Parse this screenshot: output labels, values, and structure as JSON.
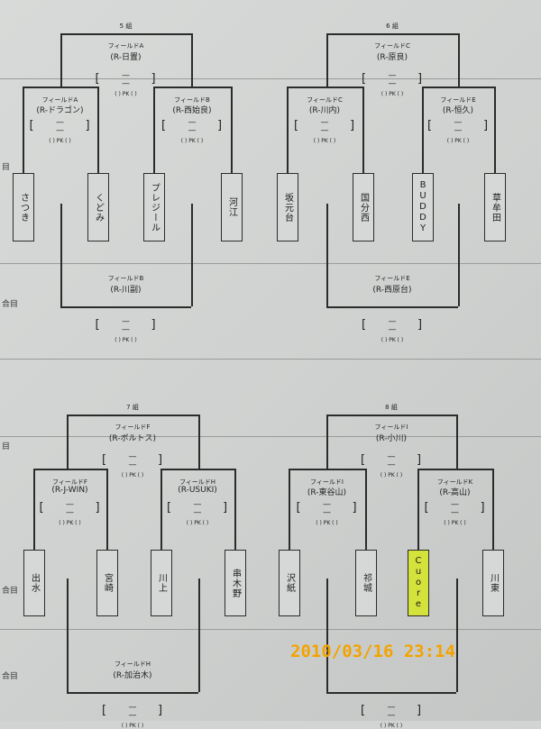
{
  "timestamp": "2010/03/16 23:14",
  "score_dash": "—",
  "pk_label": "( ) PK ( )",
  "bracket_open": "[",
  "bracket_close": "]",
  "left_edge_marks": [
    "目",
    "目",
    "合目",
    "合目",
    "合目"
  ],
  "groups": [
    {
      "name": "5 組",
      "top": {
        "field": "フィールドA",
        "venue": "(R-日置)"
      },
      "semis": [
        {
          "field": "フィールドA",
          "venue": "(R-ドラゴン)"
        },
        {
          "field": "フィールドB",
          "venue": "(R-西始良)"
        }
      ],
      "teams": [
        "さつき",
        "くどみ",
        "プレジール",
        "河江"
      ],
      "third": {
        "field": "フィールドB",
        "venue": "(R-川副)"
      }
    },
    {
      "name": "6 組",
      "top": {
        "field": "フィールドC",
        "venue": "(R-原良)"
      },
      "semis": [
        {
          "field": "フィールドC",
          "venue": "(R-川内)"
        },
        {
          "field": "フィールドE",
          "venue": "(R-恒久)"
        }
      ],
      "teams": [
        "坂元台",
        "国分西",
        "BUDDY",
        "草牟田"
      ],
      "third": {
        "field": "フィールドE",
        "venue": "(R-西原台)"
      }
    },
    {
      "name": "7 組",
      "top": {
        "field": "フィールドF",
        "venue": "(R-ボルトス)"
      },
      "semis": [
        {
          "field": "フィールドF",
          "venue": "(R-J-WIN)"
        },
        {
          "field": "フィールドH",
          "venue": "(R-USUKI)"
        }
      ],
      "teams": [
        "出水",
        "宮崎",
        "川上",
        "串木野"
      ],
      "third": {
        "field": "フィールドH",
        "venue": "(R-加治木)"
      }
    },
    {
      "name": "8 組",
      "top": {
        "field": "フィールドI",
        "venue": "(R-小川)"
      },
      "semis": [
        {
          "field": "フィールドI",
          "venue": "(R-東谷山)"
        },
        {
          "field": "フィールドK",
          "venue": "(R-高山)"
        }
      ],
      "teams": [
        "沢紙",
        "祁城",
        "Cuore",
        "川東"
      ],
      "highlight_team": "Cuore",
      "highlight_color": "#d4e23c",
      "third": {
        "field": "",
        "venue": ""
      }
    }
  ]
}
